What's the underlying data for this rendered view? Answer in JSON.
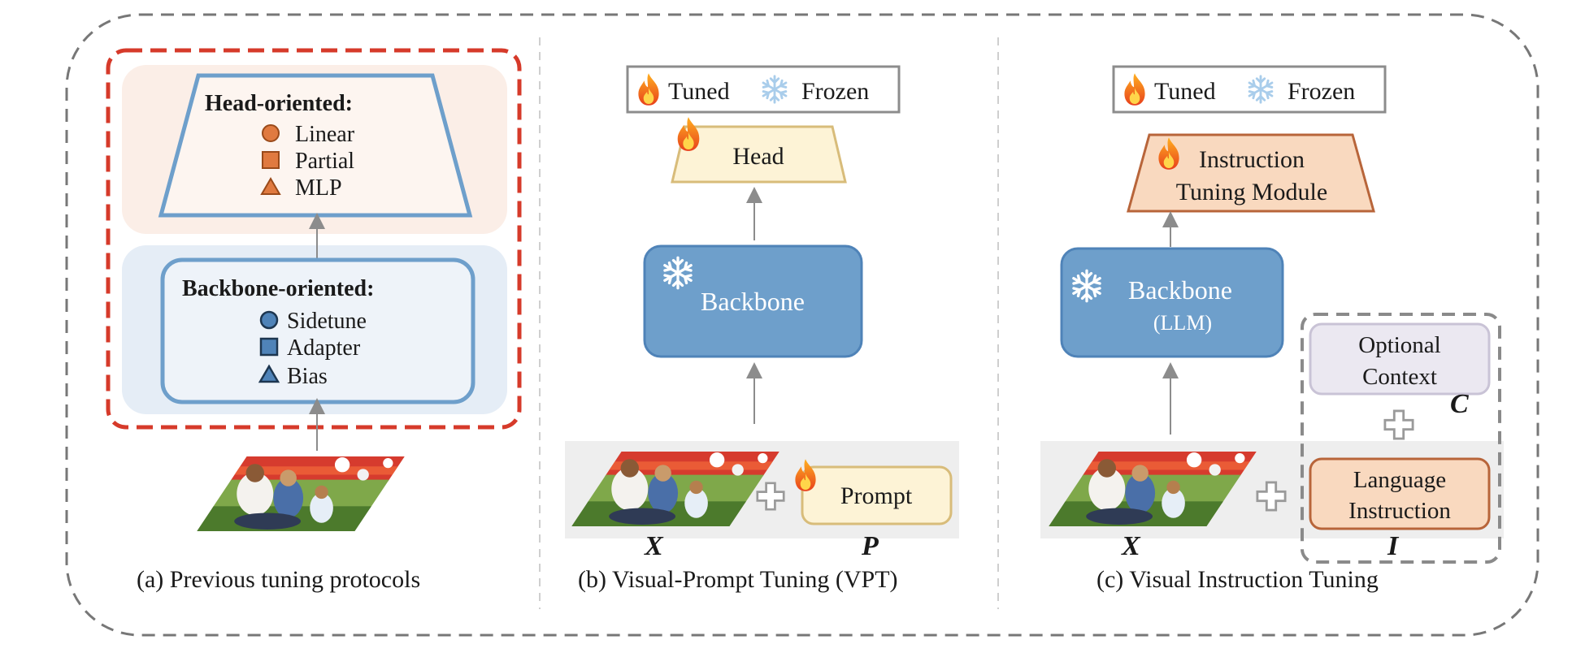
{
  "panel_a": {
    "caption": "(a) Previous tuning protocols",
    "head": {
      "title": "Head-oriented:",
      "items": [
        "Linear",
        "Partial",
        "MLP"
      ]
    },
    "backbone": {
      "title": "Backbone-oriented:",
      "items": [
        "Sidetune",
        "Adapter",
        "Bias"
      ]
    }
  },
  "panel_b": {
    "caption": "(b) Visual-Prompt Tuning (VPT)",
    "legend": {
      "tuned": "Tuned",
      "frozen": "Frozen"
    },
    "head_label": "Head",
    "backbone_label": "Backbone",
    "prompt_label": "Prompt",
    "x_symbol": "X",
    "p_symbol": "P"
  },
  "panel_c": {
    "caption": "(c) Visual Instruction Tuning",
    "legend": {
      "tuned": "Tuned",
      "frozen": "Frozen"
    },
    "module_line1": "Instruction",
    "module_line2": "Tuning Module",
    "backbone_label": "Backbone",
    "backbone_sub": "(LLM)",
    "context_line1": "Optional",
    "context_line2": "Context",
    "instruction_line1": "Language",
    "instruction_line2": "Instruction",
    "x_symbol": "X",
    "c_symbol": "C",
    "i_symbol": "I"
  },
  "colors": {
    "tuned_fill": "#f9d9bf",
    "head_fill": "#fdf3d6",
    "backbone_fill": "#6e9fcb",
    "backbone_border": "#4f83b8",
    "red_dash": "#d63a2a",
    "gray_dash": "#777777"
  }
}
